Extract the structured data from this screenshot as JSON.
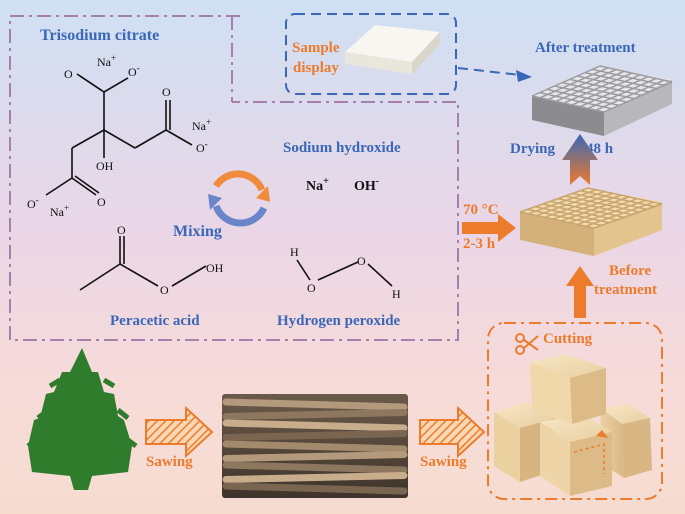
{
  "labels": {
    "trisodium_citrate": "Trisodium citrate",
    "sample_display_1": "Sample",
    "sample_display_2": "display",
    "after_treatment": "After treatment",
    "sodium_hydroxide": "Sodium hydroxide",
    "mixing": "Mixing",
    "drying": "Drying",
    "drying_time": "48 h",
    "temperature": "70 °C",
    "duration": "2-3 h",
    "before_treatment_1": "Before",
    "before_treatment_2": "treatment",
    "peracetic_acid": "Peracetic acid",
    "hydrogen_peroxide": "Hydrogen peroxide",
    "cutting": "Cutting",
    "sawing_1": "Sawing",
    "sawing_2": "Sawing"
  },
  "chem": {
    "na_plus_1": "Na",
    "o_minus_1": "O",
    "o_top": "O",
    "oh": "OH",
    "na_plus_2": "Na",
    "o_minus_2": "O",
    "o_right": "O",
    "o_minus_3": "O",
    "na_plus_3": "Na",
    "o_left": "O",
    "naoh_na": "Na",
    "naoh_oh": "OH",
    "pa_o_top": "O",
    "pa_oh": "OH",
    "pa_o": "O",
    "hp_h1": "H",
    "hp_o1": "O",
    "hp_o2": "O",
    "hp_h2": "H",
    "plus": "+",
    "minus": "-"
  },
  "colors": {
    "blue": "#3a67b8",
    "orange": "#ec7b2c",
    "purple_dash": "#a67fae",
    "tree_green": "#2f7d2c",
    "wood_light": "#f3dcb4",
    "wood_grid": "#e0c48f"
  }
}
